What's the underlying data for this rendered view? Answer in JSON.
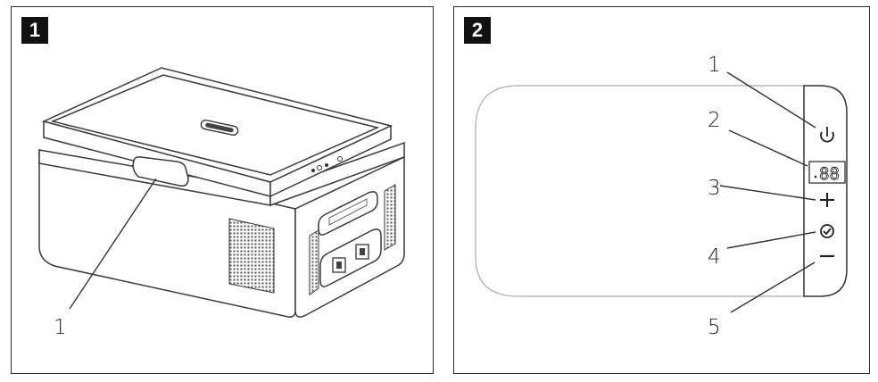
{
  "figure1": {
    "badge": "1",
    "callouts": [
      {
        "label": "1",
        "target": "lid-handle"
      }
    ]
  },
  "figure2": {
    "badge": "2",
    "display_digits": "88",
    "callouts": [
      {
        "label": "1",
        "target": "power-icon"
      },
      {
        "label": "2",
        "target": "temperature-display"
      },
      {
        "label": "3",
        "target": "plus-icon"
      },
      {
        "label": "4",
        "target": "confirm-icon"
      },
      {
        "label": "5",
        "target": "minus-icon"
      }
    ]
  }
}
